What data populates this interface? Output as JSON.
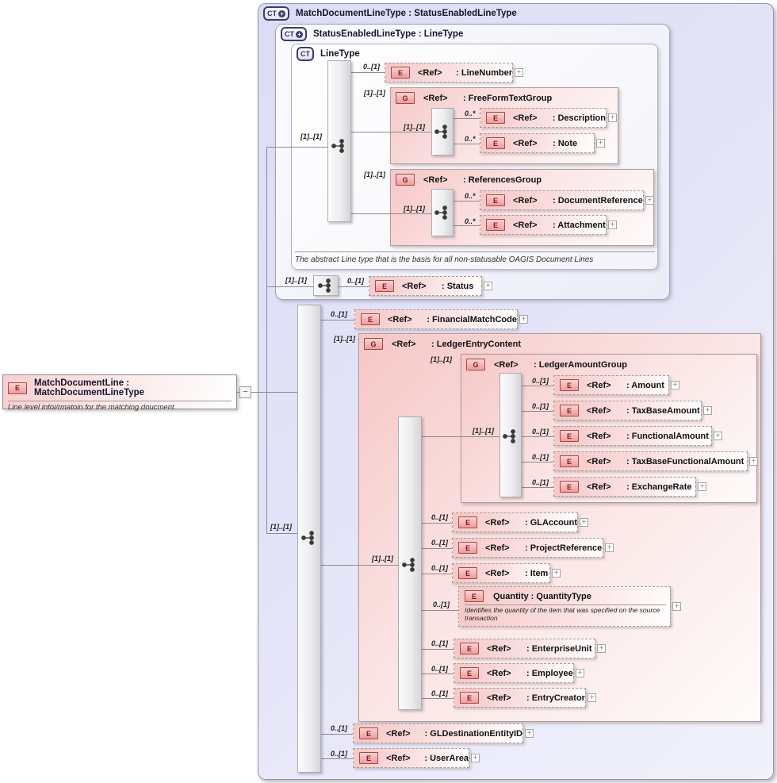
{
  "ui": {
    "plus": "+",
    "minus": "−",
    "ct_plus": "+"
  },
  "source_element": {
    "badge": "E",
    "title": "MatchDocumentLine : MatchDocumentLineType",
    "annotation": "Line level infoi/rmatoin for the matching doucment."
  },
  "types": {
    "outer": {
      "badge": "CT",
      "title": "MatchDocumentLineType : StatusEnabledLineType"
    },
    "status_enabled": {
      "badge": "CT",
      "title": "StatusEnabledLineType : LineType"
    },
    "line_type": {
      "badge": "CT",
      "title": "LineType",
      "annotation": "The abstract Line type that is the basis for all non-statusable OAGIS Document Lines"
    }
  },
  "sequences": {
    "line_type": "[1]..[1]",
    "status": "[1]..[1]",
    "outer": "[1]..[1]"
  },
  "groups": {
    "free_form_text": {
      "badge": "G",
      "ref": "<Ref>",
      "name": ": FreeFormTextGroup",
      "card": "[1]..[1]",
      "seq_card": "[1]..[1]"
    },
    "references": {
      "badge": "G",
      "ref": "<Ref>",
      "name": ": ReferencesGroup",
      "card": "[1]..[1]",
      "seq_card": "[1]..[1]"
    },
    "ledger_entry": {
      "badge": "G",
      "ref": "<Ref>",
      "name": ": LedgerEntryContent",
      "card": "[1]..[1]",
      "seq_card": "[1]..[1]"
    },
    "ledger_amount": {
      "badge": "G",
      "ref": "<Ref>",
      "name": ": LedgerAmountGroup",
      "card": "[1]..[1]",
      "seq_card": "[1]..[1]"
    }
  },
  "elements": {
    "line_number": {
      "badge": "E",
      "ref": "<Ref>",
      "name": ": LineNumber",
      "card": "0..[1]"
    },
    "description": {
      "badge": "E",
      "ref": "<Ref>",
      "name": ": Description",
      "card": "0..*"
    },
    "note": {
      "badge": "E",
      "ref": "<Ref>",
      "name": ": Note",
      "card": "0..*"
    },
    "document_reference": {
      "badge": "E",
      "ref": "<Ref>",
      "name": ": DocumentReference",
      "card": "0..*"
    },
    "attachment": {
      "badge": "E",
      "ref": "<Ref>",
      "name": ": Attachment",
      "card": "0..*"
    },
    "status": {
      "badge": "E",
      "ref": "<Ref>",
      "name": ": Status",
      "card": "0..[1]"
    },
    "financial_match_code": {
      "badge": "E",
      "ref": "<Ref>",
      "name": ": FinancialMatchCode",
      "card": "0..[1]"
    },
    "amount": {
      "badge": "E",
      "ref": "<Ref>",
      "name": ": Amount",
      "card": "0..[1]"
    },
    "tax_base_amount": {
      "badge": "E",
      "ref": "<Ref>",
      "name": ": TaxBaseAmount",
      "card": "0..[1]"
    },
    "functional_amount": {
      "badge": "E",
      "ref": "<Ref>",
      "name": ": FunctionalAmount",
      "card": "0..[1]"
    },
    "tax_base_functional_amount": {
      "badge": "E",
      "ref": "<Ref>",
      "name": ": TaxBaseFunctionalAmount",
      "card": "0..[1]"
    },
    "exchange_rate": {
      "badge": "E",
      "ref": "<Ref>",
      "name": ": ExchangeRate",
      "card": "0..[1]"
    },
    "gl_account": {
      "badge": "E",
      "ref": "<Ref>",
      "name": ": GLAccount",
      "card": "0..[1]"
    },
    "project_reference": {
      "badge": "E",
      "ref": "<Ref>",
      "name": ": ProjectReference",
      "card": "0..[1]"
    },
    "item": {
      "badge": "E",
      "ref": "<Ref>",
      "name": ": Item",
      "card": "0..[1]"
    },
    "quantity": {
      "badge": "E",
      "title": "Quantity : QuantityType",
      "card": "0..[1]",
      "annotation": "Identifies the quantity of the item that was specified on the source transaction"
    },
    "enterprise_unit": {
      "badge": "E",
      "ref": "<Ref>",
      "name": ": EnterpriseUnit",
      "card": "0..[1]"
    },
    "employee": {
      "badge": "E",
      "ref": "<Ref>",
      "name": ": Employee",
      "card": "0..[1]"
    },
    "entry_creator": {
      "badge": "E",
      "ref": "<Ref>",
      "name": ": EntryCreator",
      "card": "0..[1]"
    },
    "gl_destination_entity_id": {
      "badge": "E",
      "ref": "<Ref>",
      "name": ": GLDestinationEntityID",
      "card": "0..[1]"
    },
    "user_area": {
      "badge": "E",
      "ref": "<Ref>",
      "name": ": UserArea",
      "card": "0..[1]"
    }
  }
}
